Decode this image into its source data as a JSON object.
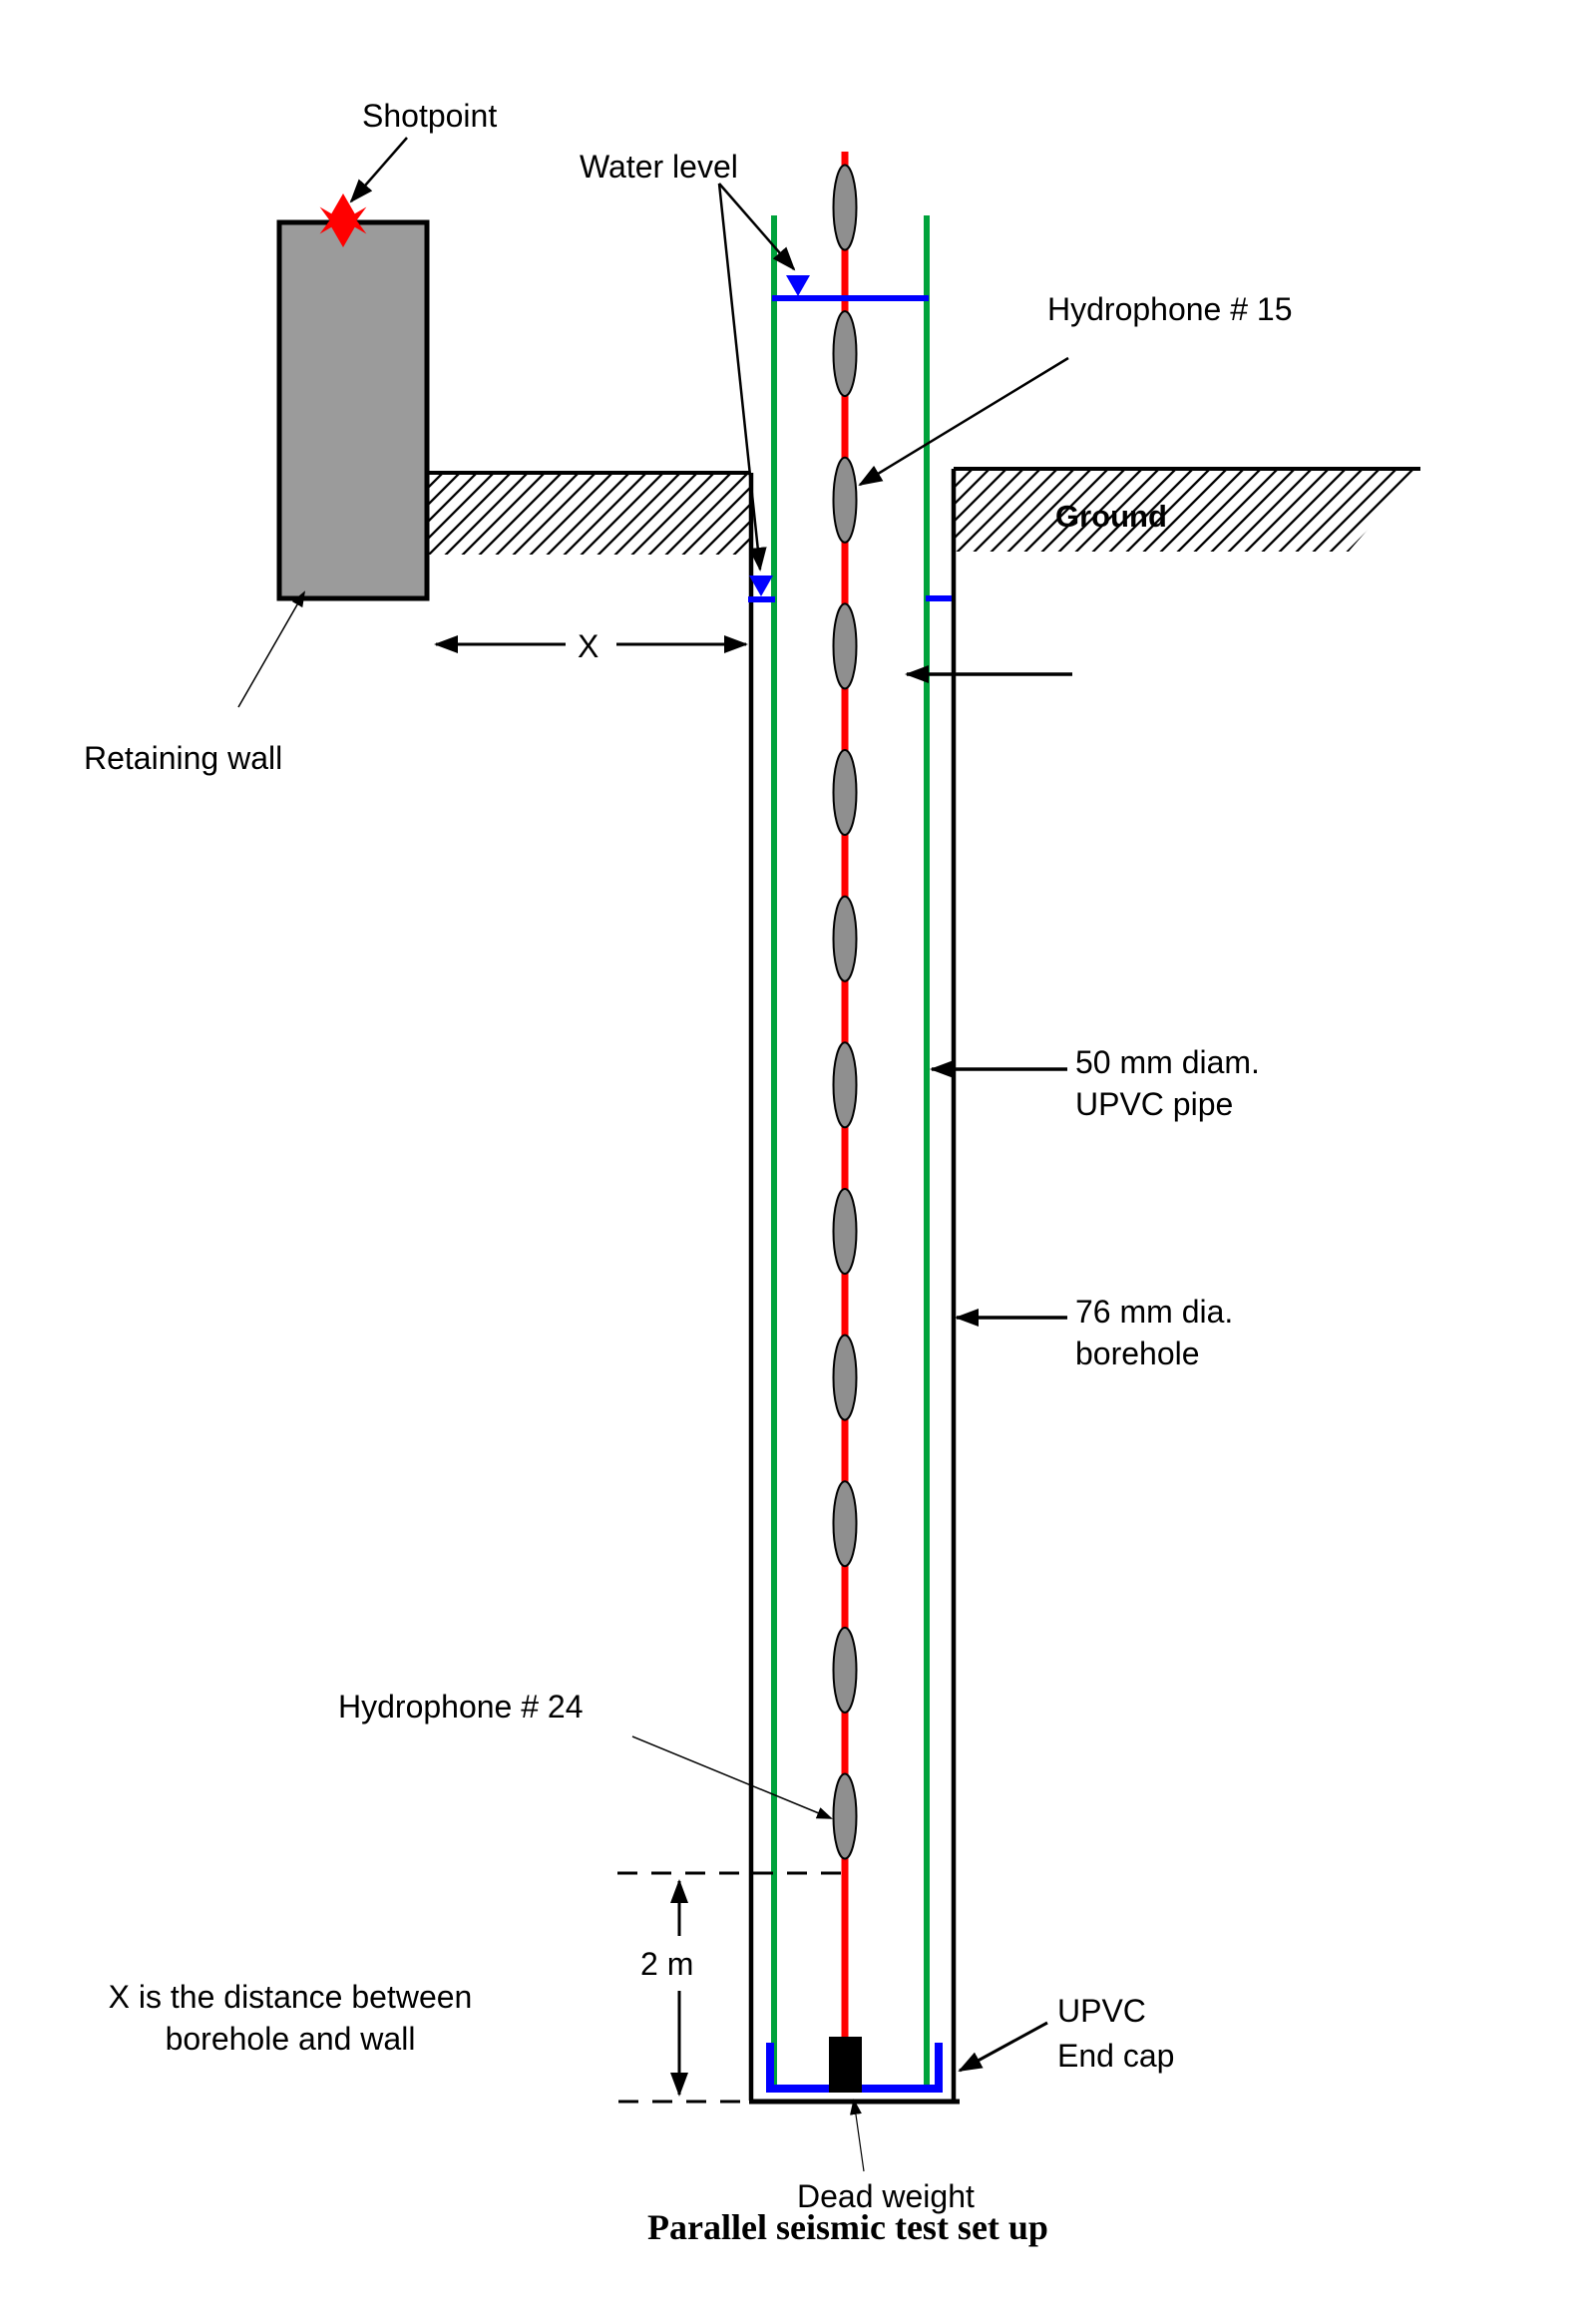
{
  "figure": {
    "caption": "Parallel seismic test set up",
    "annotations": {
      "shotpoint": "Shotpoint",
      "water_level": "Water level",
      "hydrophone_top": "Hydrophone # 15",
      "ground": "Ground",
      "retaining_wall": "Retaining wall",
      "distance_x": "X",
      "pipe": {
        "line1": "50 mm diam.",
        "line2": "UPVC pipe"
      },
      "borehole": {
        "line1": "76 mm dia.",
        "line2": "borehole"
      },
      "hydrophone_bottom": "Hydrophone # 24",
      "depth": "2 m",
      "note": {
        "line1": "X is the distance between",
        "line2": "borehole and wall"
      },
      "end_cap": {
        "line1": "UPVC",
        "line2": "End cap"
      },
      "dead_weight": "Dead weight"
    },
    "hydrophone_count": 12,
    "colors": {
      "cable": "#FF0000",
      "shot_star": "#FF0000",
      "pipe": "#00A33C",
      "water": "#0000FF",
      "hydrophone_fill": "#8F8F8F",
      "wall_fill": "#9B9B9B",
      "dead_weight": "#000000",
      "line": "#000000"
    }
  }
}
